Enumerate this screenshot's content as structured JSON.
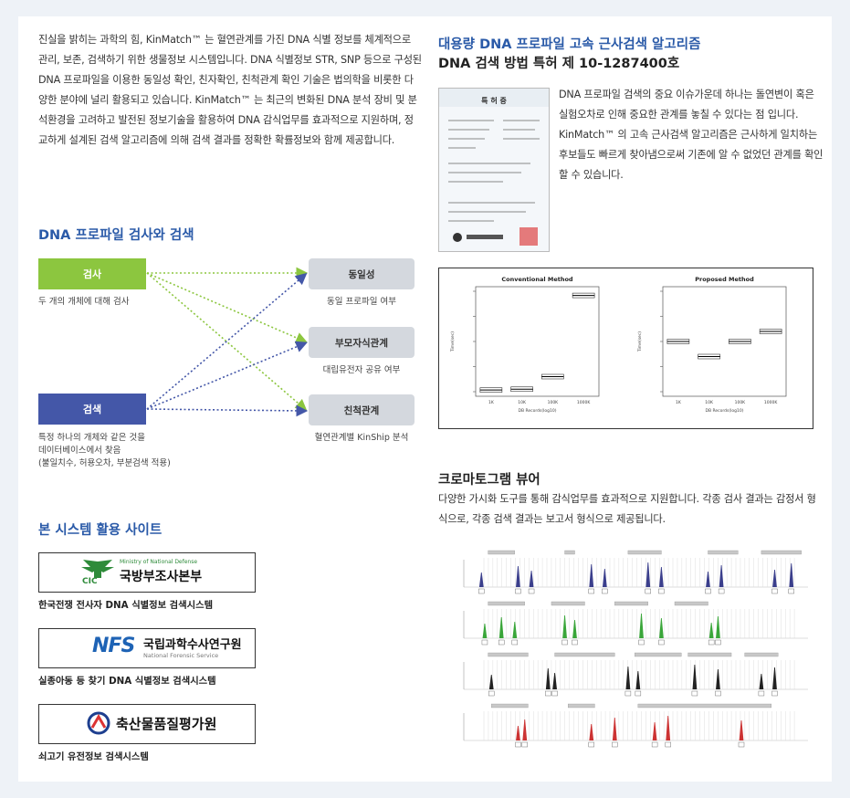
{
  "intro_text": "진실을 밝히는 과학의 힘, KinMatch™ 는 혈연관계를 가진 DNA 식별 정보를 체계적으로 관리, 보존, 검색하기 위한 생물정보 시스템입니다. DNA 식별정보 STR, SNP 등으로 구성된 DNA 프로파일을 이용한 동일성 확인, 친자확인, 친척관계 확인 기술은 법의학을 비롯한 다양한 분야에 널리 활용되고 있습니다. KinMatch™ 는 최근의 변화된 DNA 분석 장비 및 분석환경을 고려하고 발전된 정보기술을 활용하여 DNA 감식업무를 효과적으로 지원하며, 정교하게 설계된 검색 알고리즘에 의해 검색 결과를 정확한 확률정보와 함께 제공합니다.",
  "flow": {
    "title": "DNA 프로파일 검사와 검색",
    "inspect": {
      "label": "검사",
      "desc": "두 개의 개체에 대해 검사",
      "color": "#8cc63f"
    },
    "search": {
      "label": "검색",
      "desc_lines": [
        "특정 하나의 개체와 같은 것을",
        "데이터베이스에서 찾음",
        "(불일치수, 허용오차, 부분검색 적용)"
      ],
      "color": "#4457a8"
    },
    "targets": [
      {
        "label": "동일성",
        "desc": "동일 프로파일 여부"
      },
      {
        "label": "부모자식관계",
        "desc": "대립유전자 공유 여부"
      },
      {
        "label": "친척관계",
        "desc": "혈연관계별 KinShip 분석"
      }
    ]
  },
  "sites": {
    "title": "본 시스템 활용 사이트",
    "items": [
      {
        "logo_main": "국방부조사본부",
        "logo_sub": "Ministry of National Defense",
        "logo_emblem": "CIC",
        "caption": "한국전쟁 전사자 DNA 식별정보 검색시스템"
      },
      {
        "logo_main": "국립과학수사연구원",
        "logo_sub": "National Forensic Service",
        "logo_emblem": "NFS",
        "caption": "실종아동 등 찾기 DNA 식별정보 검색시스템"
      },
      {
        "logo_main": "축산물품질평가원",
        "caption": "쇠고기 유전정보 검색시스템"
      }
    ]
  },
  "patent": {
    "title_line1": "대용량 DNA 프로파일 고속 근사검색 알고리즘",
    "title_line2": "DNA 검색 방법 특허 제 10-1287400호",
    "cert_title": "특 허 증",
    "body": "DNA 프로파일 검색의 중요 이슈가운데 하나는 돌연변이 혹은 실험오차로 인해 중요한 관계를 놓칠 수 있다는 점 입니다. KinMatch™ 의 고속 근사검색 알고리즘은 근사하게 일치하는 후보들도 빠르게 찾아냄으로써 기존에 알 수 없었던 관계를 확인할 수 있습니다."
  },
  "chart_data": [
    {
      "type": "box",
      "title": "Conventional Method",
      "xlabel": "DB Records(log10)",
      "ylabel": "Time(sec)",
      "categories": [
        "1K",
        "10K",
        "100K",
        "1000K"
      ],
      "medians": [
        0.2,
        0.3,
        1.8,
        11.5
      ],
      "ylim": [
        0,
        12
      ]
    },
    {
      "type": "box",
      "title": "Proposed Method",
      "xlabel": "DB Records(log10)",
      "ylabel": "Time(sec)",
      "categories": [
        "1K",
        "10K",
        "100K",
        "1000K"
      ],
      "medians": [
        0.5,
        0.35,
        0.5,
        0.6
      ],
      "ylim": [
        0,
        1
      ]
    }
  ],
  "viewer": {
    "title": "크로마토그램 뷰어",
    "body": "다양한 가시화 도구를 통해 감식업무를 효과적으로 지원합니다. 각종 검사 결과는 감정서 형식으로, 각종 검색 결과는 보고서 형식으로 제공됩니다.",
    "channel_colors": [
      "#3b3f8c",
      "#3aa63a",
      "#222222",
      "#cc3333"
    ]
  }
}
